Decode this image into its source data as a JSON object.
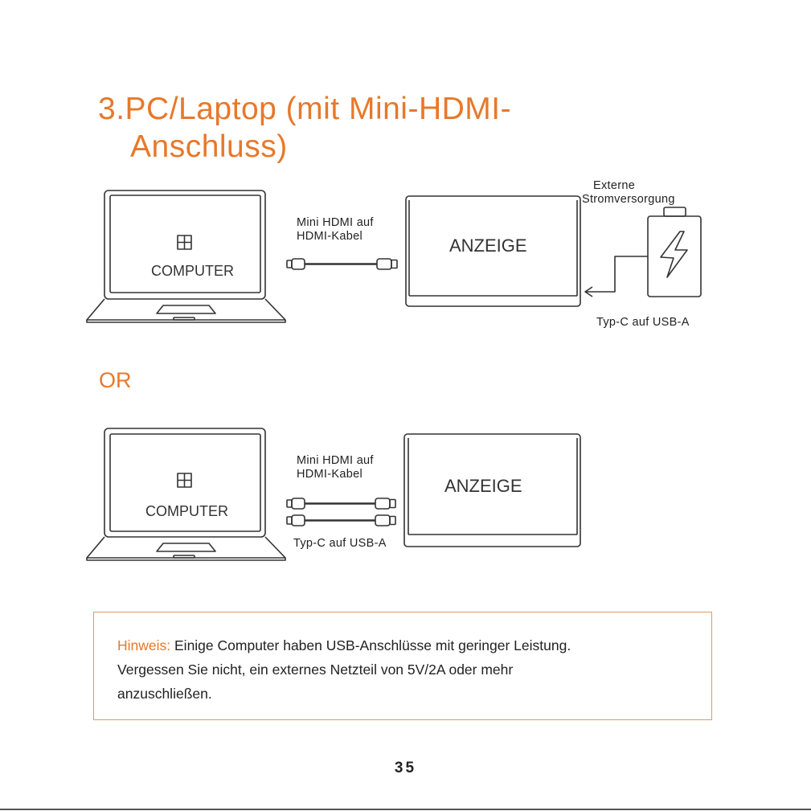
{
  "heading": {
    "line1": "3.PC/Laptop (mit Mini-HDMI-",
    "line2": "Anschluss)"
  },
  "diagram1": {
    "computer_label": "COMPUTER",
    "display_label": "ANZEIGE",
    "cable_label_1": "Mini HDMI auf",
    "cable_label_2": "HDMI-Kabel",
    "power_label_1": "Externe",
    "power_label_2": "Stromversorgung",
    "power_cable_label": "Typ-C auf USB-A"
  },
  "or_label": "OR",
  "diagram2": {
    "computer_label": "COMPUTER",
    "display_label": "ANZEIGE",
    "cable_label_1": "Mini HDMI auf",
    "cable_label_2": "HDMI-Kabel",
    "usb_cable_label": "Typ-C auf USB-A"
  },
  "note": {
    "prefix": "Hinweis:",
    "text1": " Einige Computer haben USB-Anschlüsse mit geringer Leistung.",
    "text2": "Vergessen Sie nicht, ein externes Netzteil von 5V/2A oder mehr",
    "text3": "anzuschließen."
  },
  "page_number": "35",
  "colors": {
    "accent": "#e8782a",
    "note_border": "#e39a5e",
    "line": "#333333"
  }
}
